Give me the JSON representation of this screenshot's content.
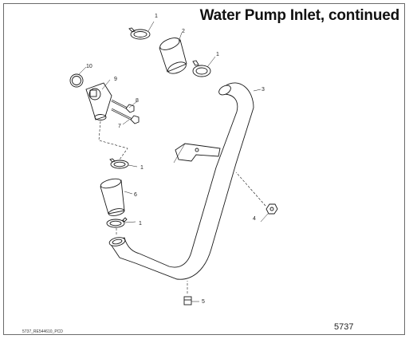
{
  "page": {
    "title": "Water Pump Inlet, continued",
    "page_code": "5737",
    "footer_ref": "5737_RE544610_PCD"
  },
  "callouts": {
    "c1a": "1",
    "c2": "2",
    "c1b": "1",
    "c3": "3",
    "c10": "10",
    "c9": "9",
    "c8": "8",
    "c7": "7",
    "c1c": "1",
    "c6": "6",
    "c1d": "1",
    "c4": "4",
    "c5": "5"
  },
  "colors": {
    "line": "#1a1a1a",
    "frame": "#6b6b6b"
  }
}
